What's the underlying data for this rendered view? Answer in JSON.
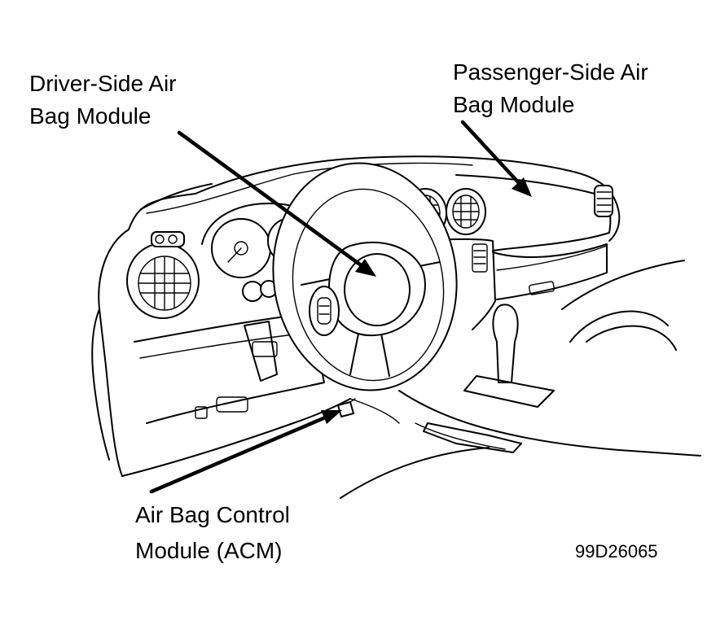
{
  "labels": {
    "driver_line1": "Driver-Side Air",
    "driver_line2": "Bag Module",
    "passenger_line1": "Passenger-Side Air",
    "passenger_line2": "Bag Module",
    "acm_line1": "Air Bag Control",
    "acm_line2": "Module (ACM)"
  },
  "figure_code": "99D26065"
}
